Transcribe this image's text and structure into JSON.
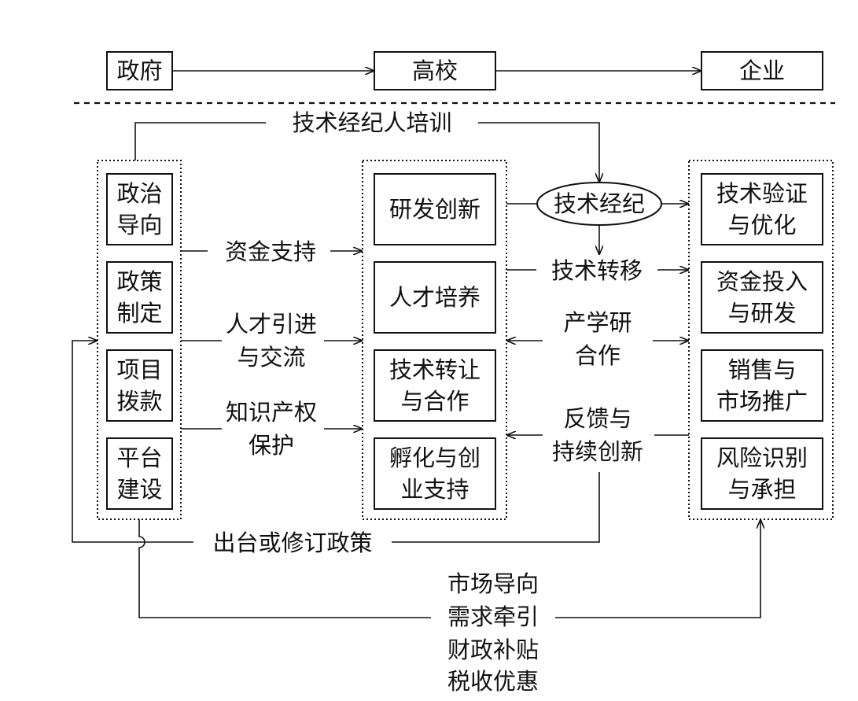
{
  "actors": {
    "government": "政府",
    "university": "高校",
    "enterprise": "企业"
  },
  "government_boxes": [
    [
      "政治",
      "导向"
    ],
    [
      "政策",
      "制定"
    ],
    [
      "项目",
      "拨款"
    ],
    [
      "平台",
      "建设"
    ]
  ],
  "university_boxes": [
    [
      "研发创新"
    ],
    [
      "人才培养"
    ],
    [
      "技术转让",
      "与合作"
    ],
    [
      "孵化与创",
      "业支持"
    ]
  ],
  "enterprise_boxes": [
    [
      "技术验证",
      "与优化"
    ],
    [
      "资金投入",
      "与研发"
    ],
    [
      "销售与",
      "市场推广"
    ],
    [
      "风险识别",
      "与承担"
    ]
  ],
  "tech_broker": "技术经纪",
  "links": {
    "broker_training": "技术经纪人培训",
    "funding_support": "资金支持",
    "talent": [
      "人才引进",
      "与交流"
    ],
    "ip_protection": [
      "知识产权",
      "保护"
    ],
    "tech_transfer": "技术转移",
    "industry_academia": [
      "产学研",
      "合作"
    ],
    "feedback": [
      "反馈与",
      "持续创新"
    ],
    "policy_revision": "出台或修订政策",
    "market_factors": [
      "市场导向",
      "需求牵引",
      "财政补贴",
      "税收优惠"
    ]
  }
}
